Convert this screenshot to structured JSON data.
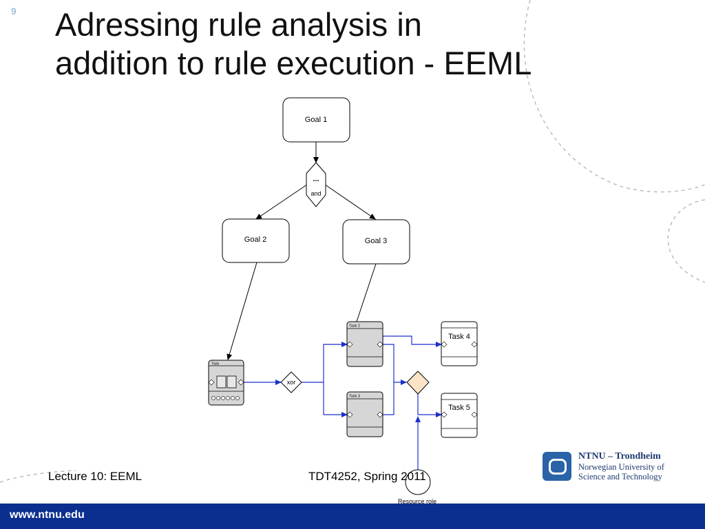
{
  "slide": {
    "number": "9",
    "title_line1": "Adressing rule analysis in",
    "title_line2": "addition to rule execution - EEML"
  },
  "diagram": {
    "goal1": "Goal 1",
    "and_dots": "...",
    "and_label": "and",
    "goal2": "Goal 2",
    "goal3": "Goal 3",
    "task_left": "Task",
    "task2": "Task 2",
    "task3": "Task 3",
    "xor": "xor",
    "task4": "Task 4",
    "task5": "Task 5",
    "resource_role": "Resource role"
  },
  "footer": {
    "left": "Lecture 10: EEML",
    "middle": "TDT4252, Spring 2011",
    "url": "www.ntnu.edu"
  },
  "logo": {
    "line1": "NTNU – Trondheim",
    "line2": "Norwegian University of",
    "line3": "Science and Technology"
  },
  "colors": {
    "footer_bar": "#0a2f8f",
    "flow_blue": "#1a2fd0",
    "slide_number": "#9ec3d8",
    "decision_fill": "#fbe3c8"
  }
}
